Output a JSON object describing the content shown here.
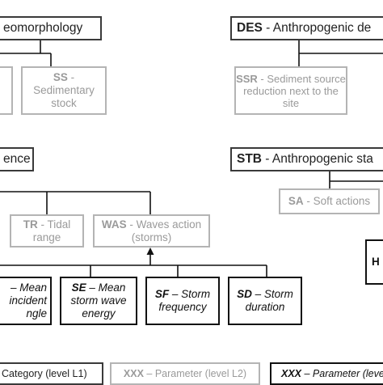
{
  "boxes": {
    "geomorph": {
      "label": "eomorphology"
    },
    "des": {
      "abbr": "DES",
      "sep": " - ",
      "text": "Anthropogenic de"
    },
    "ss": {
      "abbr": "SS",
      "sep": " -",
      "text": "Sedimentary stock"
    },
    "ssr": {
      "abbr": "SSR",
      "sep": " - ",
      "text": "Sediment source reduction next to the site"
    },
    "ence": {
      "label": "ence"
    },
    "stb": {
      "abbr": "STB",
      "sep": " - ",
      "text": "Anthropogenic sta"
    },
    "tr": {
      "abbr": "TR",
      "sep": " - ",
      "text": "Tidal range"
    },
    "was": {
      "abbr": "WAS",
      "sep": " - ",
      "text": "Waves action (storms)"
    },
    "sa": {
      "abbr": "SA",
      "sep": " - ",
      "text": "Soft actions"
    },
    "mean_incident": {
      "abbr": "",
      "sep": "– ",
      "text": "Mean incident ngle"
    },
    "se": {
      "abbr": "SE",
      "sep": " – ",
      "text": "Mean storm wave energy"
    },
    "sf": {
      "abbr": "SF",
      "sep": " – ",
      "text": "Storm frequency"
    },
    "sd": {
      "abbr": "SD",
      "sep": " – ",
      "text": "Storm duration"
    },
    "right_clip": {
      "label": "H"
    }
  },
  "legend": {
    "category": "Category (level L1)",
    "parameter_abbr": "XXX",
    "parameter_text": " – Parameter (level L2)",
    "subparam_abbr": "XXX",
    "subparam_text": " – Parameter (level L"
  }
}
